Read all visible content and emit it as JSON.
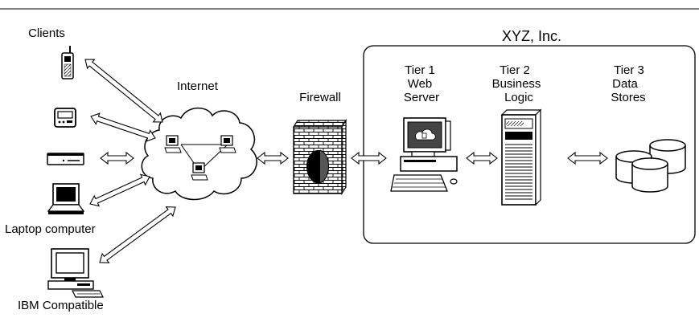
{
  "labels": {
    "clients": "Clients",
    "internet": "Internet",
    "firewall": "Firewall",
    "company": "XYZ, Inc.",
    "laptop": "Laptop computer",
    "ibm": "IBM Compatible",
    "tier1": [
      "Tier 1",
      "Web",
      "Server"
    ],
    "tier2": [
      "Tier 2",
      "Business",
      "Logic"
    ],
    "tier3": [
      "Tier 3",
      "Data",
      "Stores"
    ]
  },
  "icons": {
    "client_devices": [
      "cell-phone-icon",
      "pager-icon",
      "modem-icon",
      "laptop-computer-icon",
      "desktop-computer-icon"
    ],
    "internet": "cloud-icon",
    "internet_nodes": "networked-computer-icon",
    "firewall": "brick-wall-icon",
    "web_server": "workstation-icon",
    "app_server": "server-tower-icon",
    "data_stores": "database-cylinder-icon",
    "connectors": "double-arrow-icon"
  }
}
